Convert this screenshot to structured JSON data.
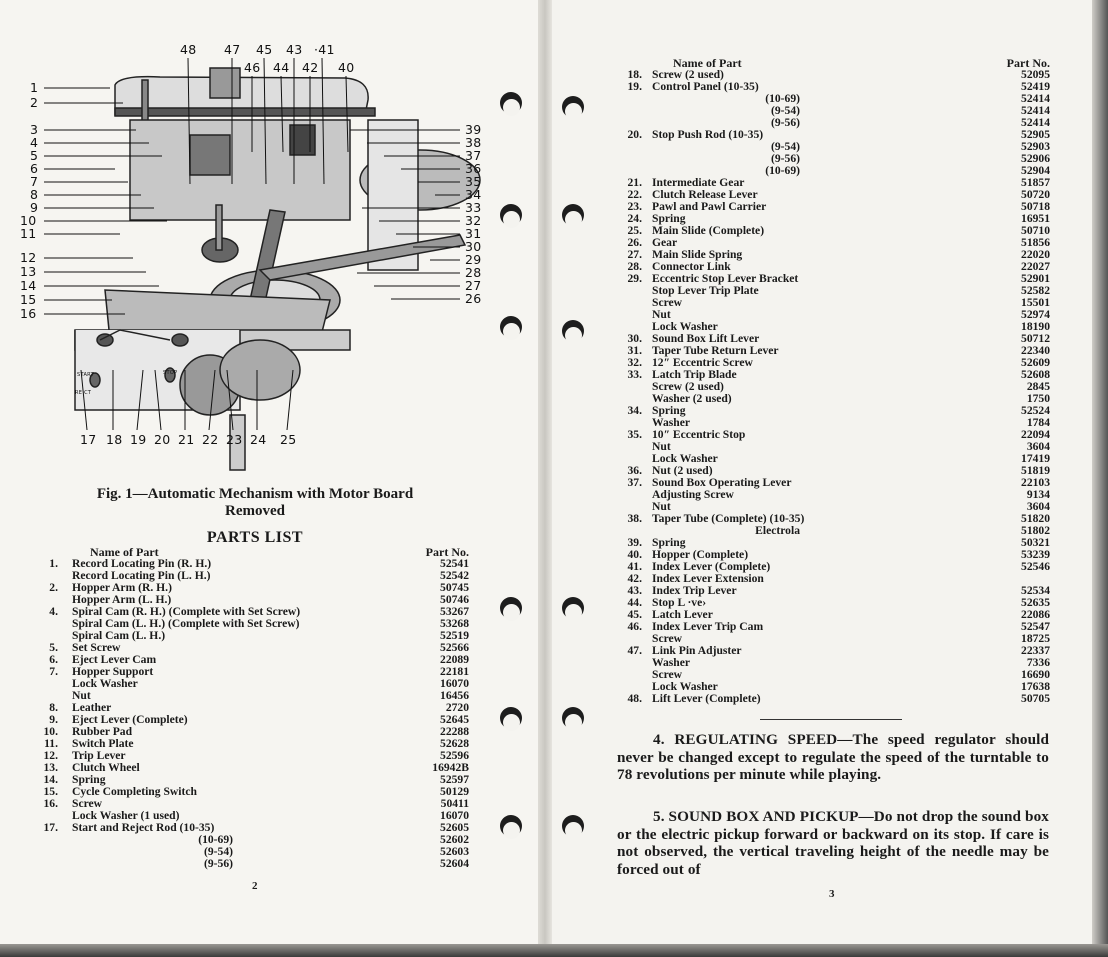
{
  "left_page": {
    "figure": {
      "callouts_top": [
        "48",
        "47",
        "45",
        "43",
        "·41",
        "46",
        "44",
        "42",
        "40"
      ],
      "callouts_left": [
        "1",
        "2",
        "3",
        "4",
        "5",
        "6",
        "7",
        "8",
        "9",
        "10",
        "11",
        "12",
        "13",
        "14",
        "15",
        "16"
      ],
      "callouts_right": [
        "39",
        "38",
        "37",
        "36",
        "35",
        "34",
        "33",
        "32",
        "31",
        "30",
        "29",
        "28",
        "27",
        "26"
      ],
      "callouts_bottom": [
        "17",
        "18",
        "19",
        "20",
        "21",
        "22",
        "23",
        "24",
        "25"
      ],
      "panel_labels": {
        "start": "START",
        "reject": "RE  CT",
        "stop": "STOP"
      }
    },
    "caption_line1": "Fig. 1—Automatic Mechanism with Motor Board",
    "caption_line2": "Removed",
    "parts_list_title": "PARTS LIST",
    "header_name": "Name of Part",
    "header_part": "Part No.",
    "items": [
      {
        "num": "1.",
        "name": "Record Locating Pin (R. H.)",
        "var": "",
        "part": "52541"
      },
      {
        "num": "",
        "name": "Record Locating Pin (L. H.)",
        "var": "",
        "part": "52542"
      },
      {
        "num": "2.",
        "name": "Hopper Arm (R. H.)",
        "var": "",
        "part": "50745"
      },
      {
        "num": "",
        "name": "Hopper Arm (L. H.)",
        "var": "",
        "part": "50746"
      },
      {
        "num": "4.",
        "name": "Spiral Cam (R. H.) (Complete with Set Screw)",
        "var": "",
        "part": "53267"
      },
      {
        "num": "",
        "name": "Spiral Cam (L. H.) (Complete with Set Screw)",
        "var": "",
        "part": "53268"
      },
      {
        "num": "",
        "name": "Spiral Cam (L. H.)",
        "var": "",
        "part": "52519"
      },
      {
        "num": "5.",
        "name": "Set Screw",
        "var": "",
        "part": "52566"
      },
      {
        "num": "6.",
        "name": "Eject Lever Cam",
        "var": "",
        "part": "22089"
      },
      {
        "num": "7.",
        "name": "Hopper Support",
        "var": "",
        "part": "22181"
      },
      {
        "num": "",
        "name": "Lock Washer",
        "var": "",
        "part": "16070"
      },
      {
        "num": "",
        "name": "Nut",
        "var": "",
        "part": "16456"
      },
      {
        "num": "8.",
        "name": "Leather",
        "var": "",
        "part": "2720"
      },
      {
        "num": "9.",
        "name": "Eject Lever (Complete)",
        "var": "",
        "part": "52645"
      },
      {
        "num": "10.",
        "name": "Rubber Pad",
        "var": "",
        "part": "22288"
      },
      {
        "num": "11.",
        "name": "Switch Plate",
        "var": "",
        "part": "52628"
      },
      {
        "num": "12.",
        "name": "Trip Lever",
        "var": "",
        "part": "52596"
      },
      {
        "num": "13.",
        "name": "Clutch Wheel",
        "var": "",
        "part": "16942B"
      },
      {
        "num": "14.",
        "name": "Spring",
        "var": "",
        "part": "52597"
      },
      {
        "num": "15.",
        "name": "Cycle Completing Switch",
        "var": "",
        "part": "50129"
      },
      {
        "num": "16.",
        "name": "Screw",
        "var": "",
        "part": "50411"
      },
      {
        "num": "",
        "name": "Lock Washer (1 used)",
        "var": "",
        "part": "16070"
      },
      {
        "num": "17.",
        "name": "Start and Reject Rod (10-35)",
        "var": "",
        "part": "52605"
      },
      {
        "num": "",
        "name": "",
        "var": "(10-69)",
        "part": "52602"
      },
      {
        "num": "",
        "name": "",
        "var": "(9-54)",
        "part": "52603"
      },
      {
        "num": "",
        "name": "",
        "var": "(9-56)",
        "part": "52604"
      }
    ],
    "page_number": "2"
  },
  "right_page": {
    "header_name": "Name of Part",
    "header_part": "Part No.",
    "items": [
      {
        "num": "18.",
        "name": "Screw (2 used)",
        "var": "",
        "part": "52095"
      },
      {
        "num": "19.",
        "name": "Control Panel (10-35)",
        "var": "",
        "part": "52419"
      },
      {
        "num": "",
        "name": "",
        "var": "(10-69)",
        "part": "52414"
      },
      {
        "num": "",
        "name": "",
        "var": "(9-54)",
        "part": "52414"
      },
      {
        "num": "",
        "name": "",
        "var": "(9-56)",
        "part": "52414"
      },
      {
        "num": "20.",
        "name": "Stop Push Rod (10-35)",
        "var": "",
        "part": "52905"
      },
      {
        "num": "",
        "name": "",
        "var": "(9-54)",
        "part": "52903"
      },
      {
        "num": "",
        "name": "",
        "var": "(9-56)",
        "part": "52906"
      },
      {
        "num": "",
        "name": "",
        "var": "(10-69)",
        "part": "52904"
      },
      {
        "num": "21.",
        "name": "Intermediate Gear",
        "var": "",
        "part": "51857"
      },
      {
        "num": "22.",
        "name": "Clutch Release Lever",
        "var": "",
        "part": "50720"
      },
      {
        "num": "23.",
        "name": "Pawl and Pawl Carrier",
        "var": "",
        "part": "50718"
      },
      {
        "num": "24.",
        "name": "Spring",
        "var": "",
        "part": "16951"
      },
      {
        "num": "25.",
        "name": "Main Slide (Complete)",
        "var": "",
        "part": "50710"
      },
      {
        "num": "26.",
        "name": "Gear",
        "var": "",
        "part": "51856"
      },
      {
        "num": "27.",
        "name": "Main Slide Spring",
        "var": "",
        "part": "22020"
      },
      {
        "num": "28.",
        "name": "Connector Link",
        "var": "",
        "part": "22027"
      },
      {
        "num": "29.",
        "name": "Eccentric Stop Lever Bracket",
        "var": "",
        "part": "52901"
      },
      {
        "num": "",
        "name": "Stop Lever Trip Plate",
        "var": "",
        "part": "52582"
      },
      {
        "num": "",
        "name": "Screw",
        "var": "",
        "part": "15501"
      },
      {
        "num": "",
        "name": "Nut",
        "var": "",
        "part": "52974"
      },
      {
        "num": "",
        "name": "Lock Washer",
        "var": "",
        "part": "18190"
      },
      {
        "num": "30.",
        "name": "Sound Box Lift Lever",
        "var": "",
        "part": "50712"
      },
      {
        "num": "31.",
        "name": "Taper Tube Return Lever",
        "var": "",
        "part": "22340"
      },
      {
        "num": "32.",
        "name": "12″ Eccentric Screw",
        "var": "",
        "part": "52609"
      },
      {
        "num": "33.",
        "name": "Latch Trip Blade",
        "var": "",
        "part": "52608"
      },
      {
        "num": "",
        "name": "Screw (2 used)",
        "var": "",
        "part": "2845"
      },
      {
        "num": "",
        "name": "Washer (2 used)",
        "var": "",
        "part": "1750"
      },
      {
        "num": "34.",
        "name": "Spring",
        "var": "",
        "part": "52524"
      },
      {
        "num": "",
        "name": "Washer",
        "var": "",
        "part": "1784"
      },
      {
        "num": "35.",
        "name": "10″ Eccentric Stop",
        "var": "",
        "part": "22094"
      },
      {
        "num": "",
        "name": "Nut",
        "var": "",
        "part": "3604"
      },
      {
        "num": "",
        "name": "Lock Washer",
        "var": "",
        "part": "17419"
      },
      {
        "num": "36.",
        "name": "Nut (2 used)",
        "var": "",
        "part": "51819"
      },
      {
        "num": "37.",
        "name": "Sound Box Operating Lever",
        "var": "",
        "part": "22103"
      },
      {
        "num": "",
        "name": "Adjusting Screw",
        "var": "",
        "part": "9134"
      },
      {
        "num": "",
        "name": "Nut",
        "var": "",
        "part": "3604"
      },
      {
        "num": "38.",
        "name": "Taper Tube (Complete) (10-35)",
        "var": "",
        "part": "51820"
      },
      {
        "num": "",
        "name": "",
        "var": "Electrola",
        "part": "51802"
      },
      {
        "num": "39.",
        "name": "Spring",
        "var": "",
        "part": "50321"
      },
      {
        "num": "40.",
        "name": "Hopper (Complete)",
        "var": "",
        "part": "53239"
      },
      {
        "num": "41.",
        "name": "Index Lever (Complete)",
        "var": "",
        "part": "52546"
      },
      {
        "num": "42.",
        "name": "Index Lever Extension",
        "var": "",
        "part": ""
      },
      {
        "num": "43.",
        "name": "Index Trip Lever",
        "var": "",
        "part": "52534"
      },
      {
        "num": "44.",
        "name": "Stop L ·ve›",
        "var": "",
        "part": "52635"
      },
      {
        "num": "45.",
        "name": "Latch Lever",
        "var": "",
        "part": "22086"
      },
      {
        "num": "46.",
        "name": "Index Lever Trip Cam",
        "var": "",
        "part": "52547"
      },
      {
        "num": "",
        "name": "Screw",
        "var": "",
        "part": "18725"
      },
      {
        "num": "47.",
        "name": "Link Pin Adjuster",
        "var": "",
        "part": "22337"
      },
      {
        "num": "",
        "name": "Washer",
        "var": "",
        "part": "7336"
      },
      {
        "num": "",
        "name": "Screw",
        "var": "",
        "part": "16690"
      },
      {
        "num": "",
        "name": "Lock Washer",
        "var": "",
        "part": "17638"
      },
      {
        "num": "48.",
        "name": "Lift Lever (Complete)",
        "var": "",
        "part": "50705"
      }
    ],
    "paragraph_4": "4. REGULATING SPEED—The speed regulator should never be changed except to regulate the speed of the turntable to 78 revolutions per minute while playing.",
    "paragraph_5": "5. SOUND BOX AND PICKUP—Do not drop the sound box or the electric pickup forward or backward on its stop. If care is not observed, the vertical traveling height of the needle may be forced out of",
    "page_number": "3"
  }
}
